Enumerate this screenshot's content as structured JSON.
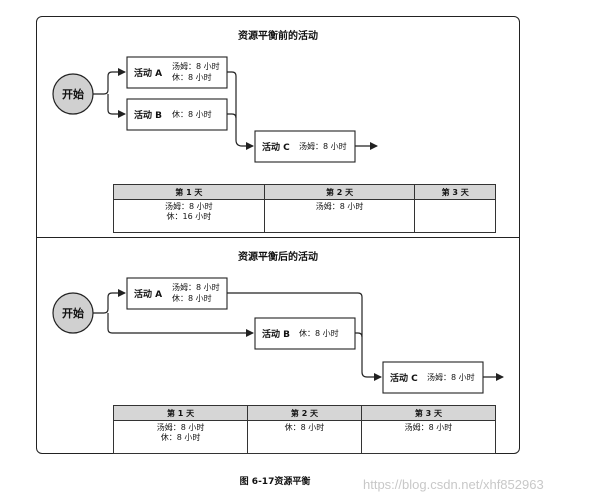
{
  "before": {
    "title": "资源平衡前的活动",
    "start_label": "开始",
    "activities": [
      {
        "name": "活动 A",
        "resources": [
          "汤姆：8 小时",
          "休：8 小时"
        ]
      },
      {
        "name": "活动 B",
        "resources": [
          "休：8 小时"
        ]
      },
      {
        "name": "活动 C",
        "resources": [
          "汤姆：8 小时"
        ]
      }
    ],
    "table": {
      "headers": [
        "第 1 天",
        "第 2 天",
        "第 3 天"
      ],
      "cells": [
        [
          "汤姆：8 小时",
          "休：16 小时"
        ],
        [
          "汤姆：8 小时"
        ],
        []
      ]
    }
  },
  "after": {
    "title": "资源平衡后的活动",
    "start_label": "开始",
    "activities": [
      {
        "name": "活动 A",
        "resources": [
          "汤姆：8 小时",
          "休：8 小时"
        ]
      },
      {
        "name": "活动 B",
        "resources": [
          "休：8 小时"
        ]
      },
      {
        "name": "活动 C",
        "resources": [
          "汤姆：8 小时"
        ]
      }
    ],
    "table": {
      "headers": [
        "第 1 天",
        "第 2 天",
        "第 3 天"
      ],
      "cells": [
        [
          "汤姆：8 小时",
          "休：8 小时"
        ],
        [
          "休：8 小时"
        ],
        [
          "汤姆：8 小时"
        ]
      ]
    }
  },
  "caption": "图 6-17资源平衡",
  "watermark": "https://blog.csdn.net/xhf852963",
  "colors": {
    "start_fill": "#d0d0d0",
    "header_fill": "#d6d6d6",
    "line": "#222222"
  }
}
